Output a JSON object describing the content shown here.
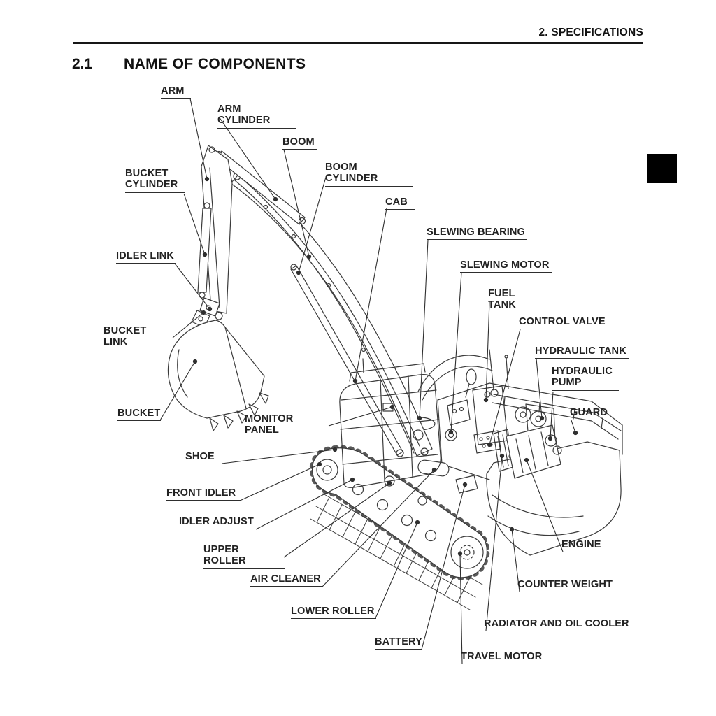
{
  "page": {
    "header": "2. SPECIFICATIONS",
    "section_number": "2.1",
    "section_title": "NAME OF COMPONENTS"
  },
  "diagram": {
    "subject": "excavator components line drawing",
    "labels": [
      {
        "id": "arm",
        "text": "ARM"
      },
      {
        "id": "arm-cylinder",
        "text": "ARM CYLINDER"
      },
      {
        "id": "boom",
        "text": "BOOM"
      },
      {
        "id": "boom-cylinder",
        "text": "BOOM CYLINDER"
      },
      {
        "id": "cab",
        "text": "CAB"
      },
      {
        "id": "slewing-bearing",
        "text": "SLEWING BEARING"
      },
      {
        "id": "slewing-motor",
        "text": "SLEWING MOTOR"
      },
      {
        "id": "fuel-tank",
        "text": "FUEL TANK"
      },
      {
        "id": "control-valve",
        "text": "CONTROL VALVE"
      },
      {
        "id": "hydraulic-tank",
        "text": "HYDRAULIC TANK"
      },
      {
        "id": "hydraulic-pump",
        "text": "HYDRAULIC\nPUMP"
      },
      {
        "id": "guard",
        "text": "GUARD"
      },
      {
        "id": "bucket-cylinder",
        "text": "BUCKET\nCYLINDER"
      },
      {
        "id": "idler-link",
        "text": "IDLER LINK"
      },
      {
        "id": "bucket-link",
        "text": "BUCKET LINK"
      },
      {
        "id": "bucket",
        "text": "BUCKET"
      },
      {
        "id": "monitor-panel",
        "text": "MONITOR PANEL"
      },
      {
        "id": "shoe",
        "text": "SHOE"
      },
      {
        "id": "front-idler",
        "text": "FRONT IDLER"
      },
      {
        "id": "idler-adjust",
        "text": "IDLER ADJUST"
      },
      {
        "id": "upper-roller",
        "text": "UPPER ROLLER"
      },
      {
        "id": "air-cleaner",
        "text": "AIR CLEANER"
      },
      {
        "id": "lower-roller",
        "text": "LOWER ROLLER"
      },
      {
        "id": "battery",
        "text": "BATTERY"
      },
      {
        "id": "travel-motor",
        "text": "TRAVEL MOTOR"
      },
      {
        "id": "engine",
        "text": "ENGINE"
      },
      {
        "id": "counter-weight",
        "text": "COUNTER WEIGHT"
      },
      {
        "id": "radiator-and-oil-cooler",
        "text": "RADIATOR AND OIL COOLER"
      }
    ],
    "colors": {
      "line": "#3b3b3b",
      "text": "#222222",
      "tab": "#000000"
    }
  }
}
